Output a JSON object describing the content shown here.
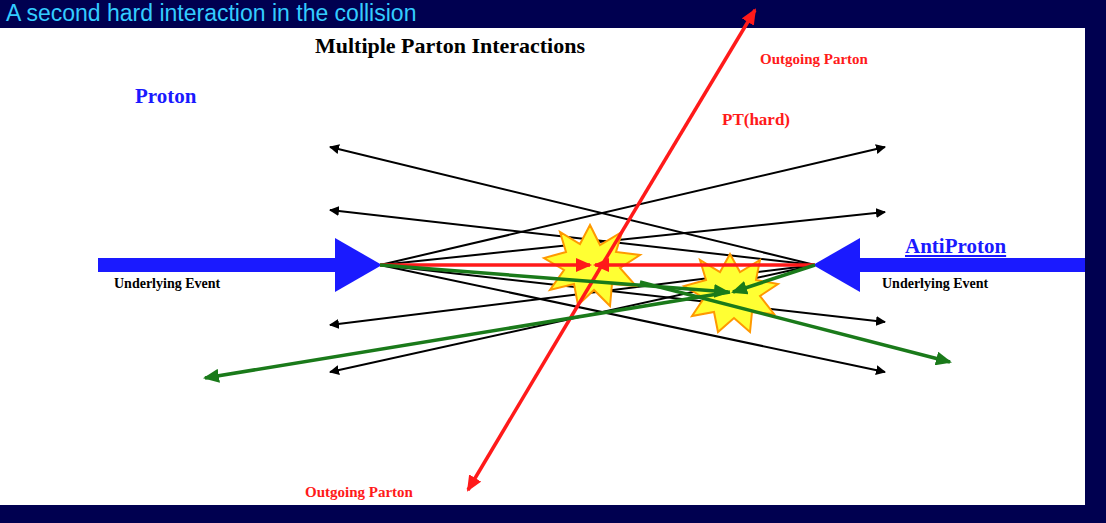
{
  "diagram": {
    "title": "A second hard interaction in the collision",
    "labels": [
      "Multiple Parton Interactions",
      "Outgoing Parton",
      "PT(hard)",
      "Proton",
      "AntiProton",
      "Underlying Event",
      "Underlying Event",
      "Outgoing Parton"
    ]
  }
}
